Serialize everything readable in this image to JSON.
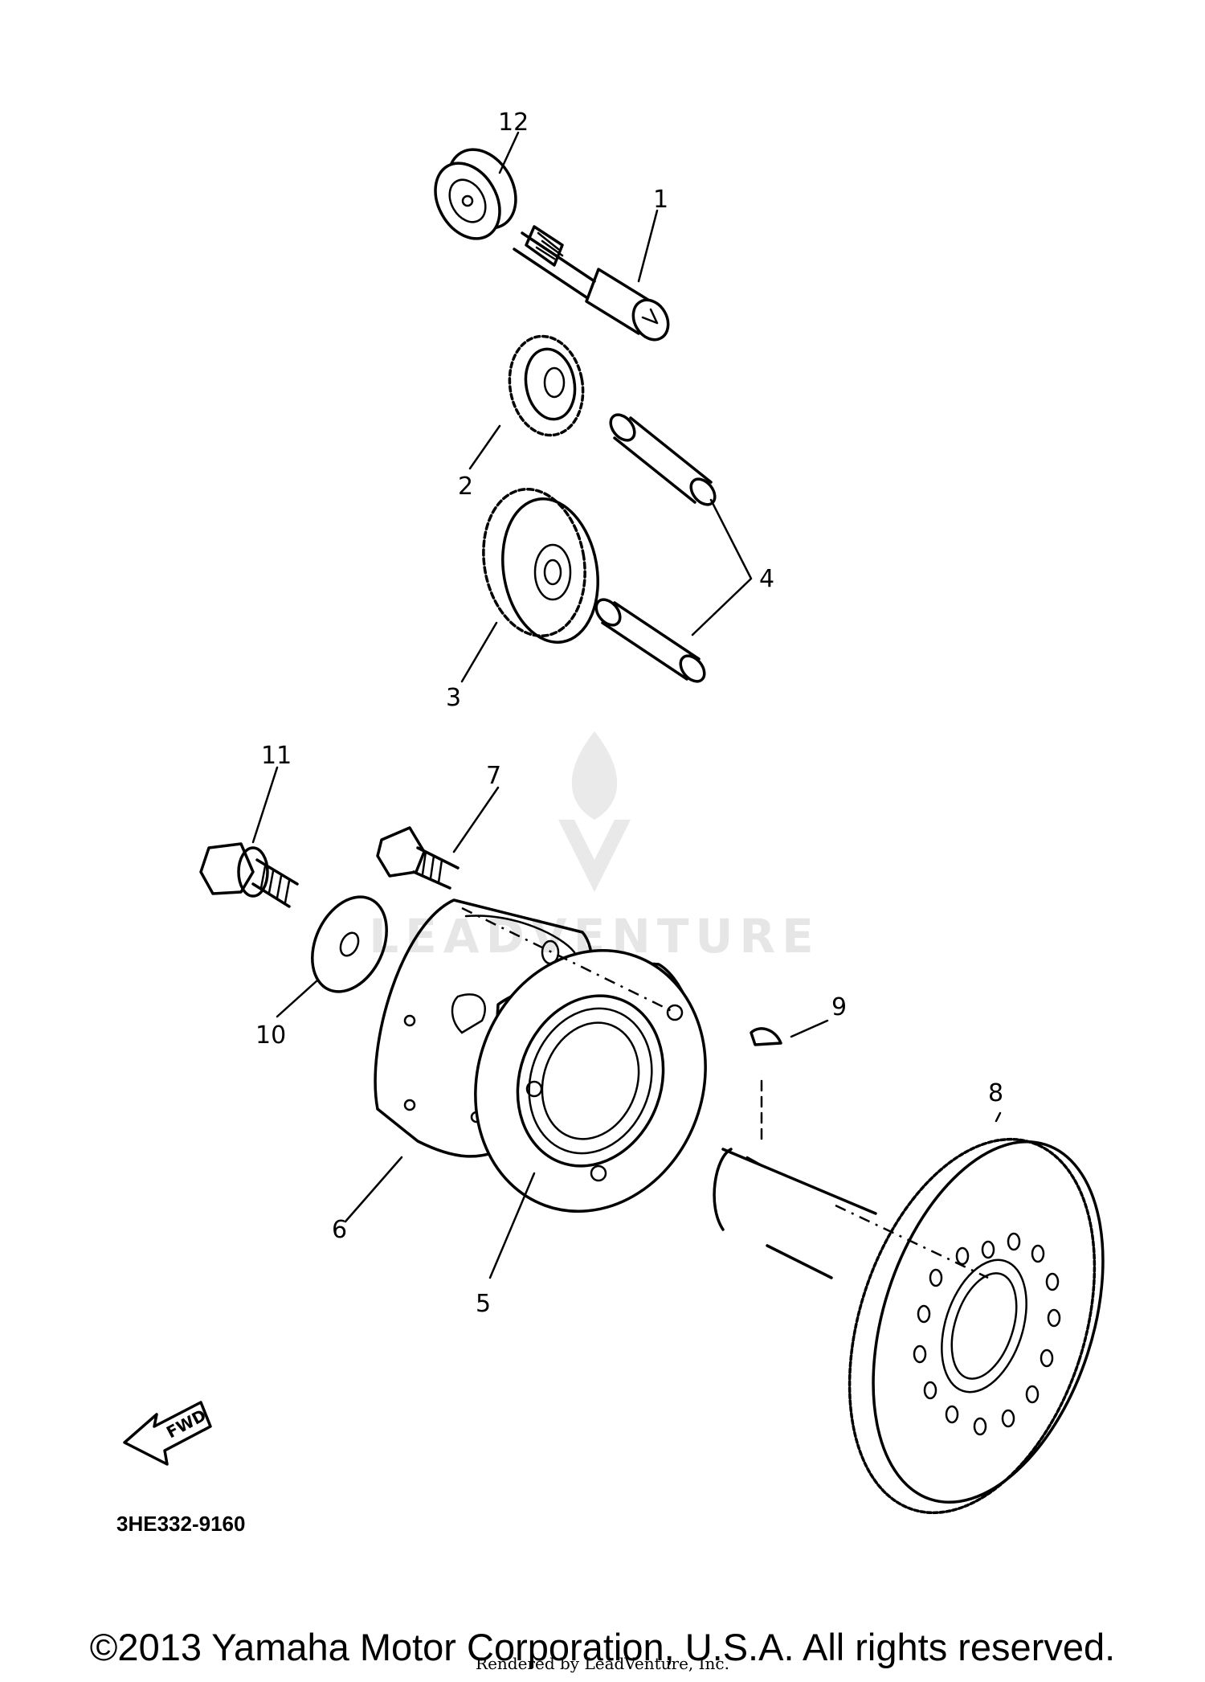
{
  "diagram": {
    "catalog_number": "3HE332-9160",
    "fwd_label": "FWD",
    "watermark_text": "LEADVENTURE",
    "callouts": [
      {
        "id": "1",
        "label": "1"
      },
      {
        "id": "2",
        "label": "2"
      },
      {
        "id": "3",
        "label": "3"
      },
      {
        "id": "4",
        "label": "4"
      },
      {
        "id": "5",
        "label": "5"
      },
      {
        "id": "6",
        "label": "6"
      },
      {
        "id": "7",
        "label": "7"
      },
      {
        "id": "8",
        "label": "8"
      },
      {
        "id": "9",
        "label": "9"
      },
      {
        "id": "10",
        "label": "10"
      },
      {
        "id": "11",
        "label": "11"
      },
      {
        "id": "12",
        "label": "12"
      }
    ]
  },
  "footer": {
    "copyright": "©2013 Yamaha Motor Corporation, U.S.A. All rights reserved.",
    "rendered_by": "Rendered by LeadVenture, Inc."
  },
  "colors": {
    "line": "#000000",
    "background": "#ffffff",
    "watermark": "#d2d2d2"
  }
}
